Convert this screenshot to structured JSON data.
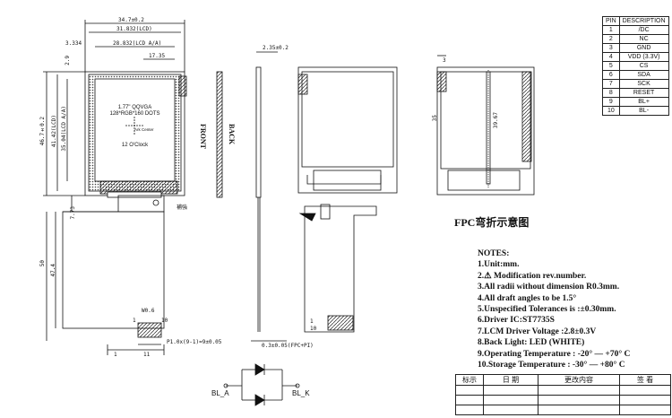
{
  "front_view": {
    "dims": {
      "overall_width": "34.7±0.2",
      "lcd_width": "31.832(LCD)",
      "aa_width": "28.832(LCD A/A)",
      "left_offset": "3.334",
      "top_offset": "2.9",
      "aa_right": "17.35",
      "overall_height": "46.7±0.2",
      "lcd_height": "41.42(LCD)",
      "aa_height": "35.04(LCD A/A)",
      "fpc_gap": "7.73",
      "fpc_len1": "50",
      "fpc_len2": "47.4",
      "pin_width": "W0.6",
      "pitch": "P1.0x(9-1)=9±0.05",
      "fpc_w1": "11",
      "fpc_w2": "1"
    },
    "lcd_text": {
      "line1": "1.77\" QQVGA",
      "line2": "128*RGB*160 DOTS",
      "center_label": "Ark Center",
      "clock": "12 O'Clock"
    },
    "pin_label_1": "1",
    "pin_label_10": "10"
  },
  "side_view": {
    "front_label": "FRONT",
    "back_label": "BACK",
    "thickness": "2.35±0.2",
    "fpc_thickness": "0.3±0.05(FPC+PI)",
    "stiffener_label": "補強"
  },
  "back_view": {
    "dim_3": "3",
    "dim_35": "35",
    "dim_39": "39.67",
    "fpc_title": "FPC弯折示意图",
    "pin_1": "1",
    "pin_10": "10"
  },
  "pin_table": {
    "headers": [
      "PIN",
      "DESCRIPTION"
    ],
    "rows": [
      [
        "1",
        "/DC"
      ],
      [
        "2",
        "NC"
      ],
      [
        "3",
        "GND"
      ],
      [
        "4",
        "VDD (3.3V)"
      ],
      [
        "5",
        "CS"
      ],
      [
        "6",
        "SDA"
      ],
      [
        "7",
        "SCK"
      ],
      [
        "8",
        "RESET"
      ],
      [
        "9",
        "BL+"
      ],
      [
        "10",
        "BL-"
      ]
    ]
  },
  "notes": {
    "title": "NOTES:",
    "items": [
      "1.Unit:mm.",
      "2.⚠ Modification rev.number.",
      "3.All radii without dimension R0.3mm.",
      "4.All draft angles to be 1.5°",
      "5.Unspecified Tolerances is :±0.30mm.",
      "6.Driver IC:ST7735S",
      "7.LCM Driver Voltage :2.8±0.3V",
      "8.Back Light: LED  (WHITE)",
      "9.Operating Temperature : -20° — +70° C",
      "10.Storage Temperature : -30° — +80° C"
    ]
  },
  "backlight": {
    "anode": "BL_A",
    "cathode": "BL_K"
  },
  "revision_table": {
    "headers": [
      "标示",
      "日 期",
      "更改内容",
      "签 看"
    ]
  }
}
